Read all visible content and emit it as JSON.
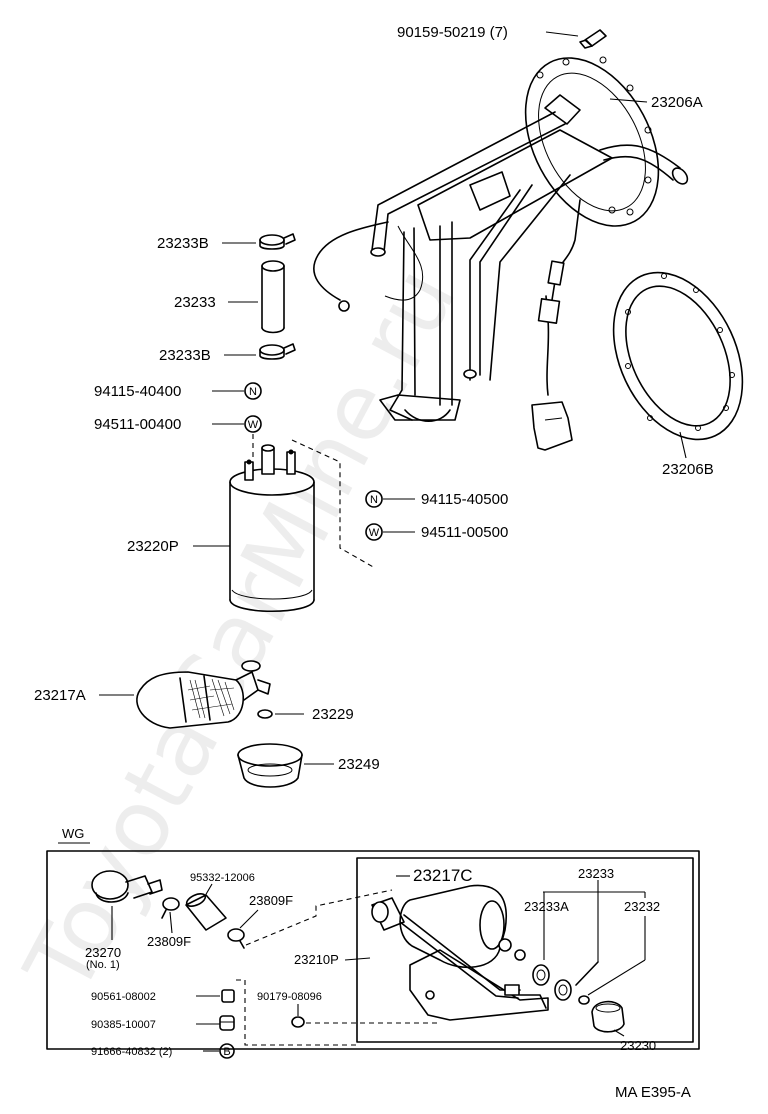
{
  "diagram": {
    "watermark": "ToyotaCarMine.ru",
    "figure_code": "MA E395-A",
    "parts": {
      "p90159": "90159-50219 (7)",
      "p23206A": "23206A",
      "p23206B": "23206B",
      "p23233B_top": "23233B",
      "p23233": "23233",
      "p23233B_bot": "23233B",
      "p94115_40400": "94115-40400",
      "p94511_00400": "94511-00400",
      "p94115_40500": "94115-40500",
      "p94511_00500": "94511-00500",
      "p23220P": "23220P",
      "p23217A": "23217A",
      "p23229": "23229",
      "p23249": "23249"
    },
    "symbols": {
      "n": "N",
      "w": "W",
      "b": "B"
    },
    "wg": {
      "title": "WG",
      "p95332": "95332-12006",
      "p23809F_a": "23809F",
      "p23809F_b": "23809F",
      "p23270": "23270",
      "p23270_sub": "(No. 1)",
      "p23210P": "23210P",
      "p90561": "90561-08002",
      "p90385": "90385-10007",
      "p91666": "91666-40832 (2)",
      "p90179": "90179-08096",
      "p23217C": "23217C",
      "p23233": "23233",
      "p23233A": "23233A",
      "p23232": "23232",
      "p23230": "23230"
    }
  }
}
